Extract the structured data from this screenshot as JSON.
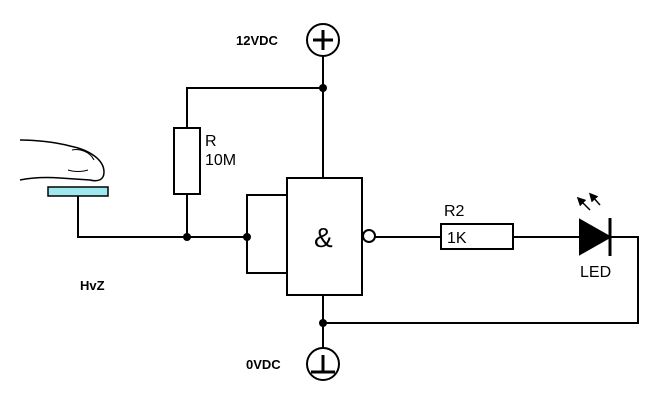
{
  "supply": {
    "positive_label": "12VDC",
    "ground_label": "0VDC"
  },
  "resistor1": {
    "name": "R",
    "value": "10M"
  },
  "gate": {
    "symbol": "&"
  },
  "resistor2": {
    "name": "R2",
    "value": "1K"
  },
  "led": {
    "label": "LED"
  },
  "author": {
    "label": "HvZ"
  },
  "colors": {
    "touch_plate": "#9fe8ee",
    "ink": "#000000"
  }
}
